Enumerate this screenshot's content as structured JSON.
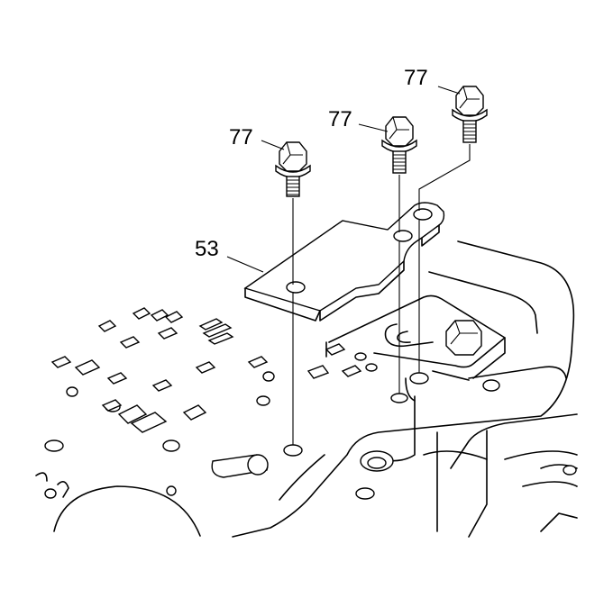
{
  "callouts": {
    "bolt_a": "77",
    "bolt_b": "77",
    "bolt_c": "77",
    "plate": "53"
  }
}
